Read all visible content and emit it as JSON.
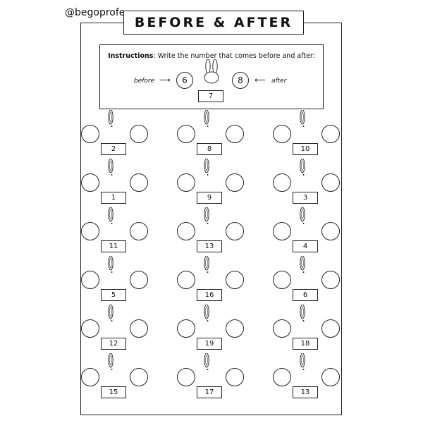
{
  "handle": "@begoprofe",
  "title": "BEFORE & AFTER",
  "instructions": {
    "label": "Instructions",
    "text": ": Write the number that comes before and after:"
  },
  "example": {
    "before_label": "before",
    "after_label": "after",
    "before_value": "6",
    "number": "7",
    "after_value": "8"
  },
  "grid": {
    "rows": [
      [
        "2",
        "8",
        "10"
      ],
      [
        "1",
        "9",
        "3"
      ],
      [
        "11",
        "13",
        "4"
      ],
      [
        "5",
        "16",
        "6"
      ],
      [
        "12",
        "19",
        "18"
      ],
      [
        "15",
        "17",
        "13"
      ]
    ]
  },
  "icons": {
    "bunny": "bunny-icon",
    "arrow": "arrow-right-icon"
  }
}
